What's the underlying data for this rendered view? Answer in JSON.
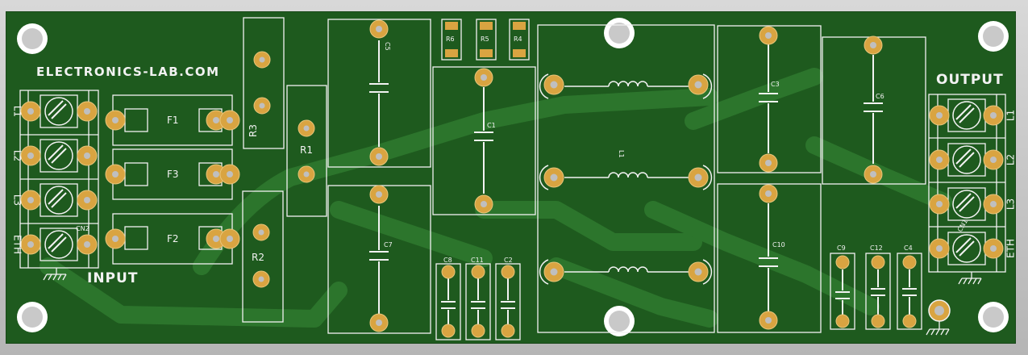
{
  "board": {
    "title": "ELECTRONICS-LAB.COM",
    "input_label": "INPUT",
    "output_label": "OUTPUT"
  },
  "labels": {
    "in_terminals": [
      "L1",
      "L2",
      "L3",
      "ETH"
    ],
    "out_terminals": [
      "L1",
      "L2",
      "L3",
      "ETH"
    ],
    "cn_in": "CN2",
    "cn_out": "CN1",
    "fuses": [
      "F1",
      "F3",
      "F2"
    ],
    "r1": "R1",
    "r2": "R2",
    "r3": "R3",
    "r4": "R4",
    "r5": "R5",
    "r6": "R6",
    "c1": "C1",
    "c2": "C2",
    "c3": "C3",
    "c4": "C4",
    "c5": "C5",
    "c6": "C6",
    "c7": "C7",
    "c8": "C8",
    "c9": "C9",
    "c10": "C10",
    "c11": "C11",
    "c12": "C12",
    "l1": "L1"
  },
  "colors": {
    "board": "#1e5a1e",
    "trace": "#2f7a2f",
    "silk": "#f2f2f2",
    "pad": "#d9a441",
    "hole": "#c9c9c9"
  }
}
